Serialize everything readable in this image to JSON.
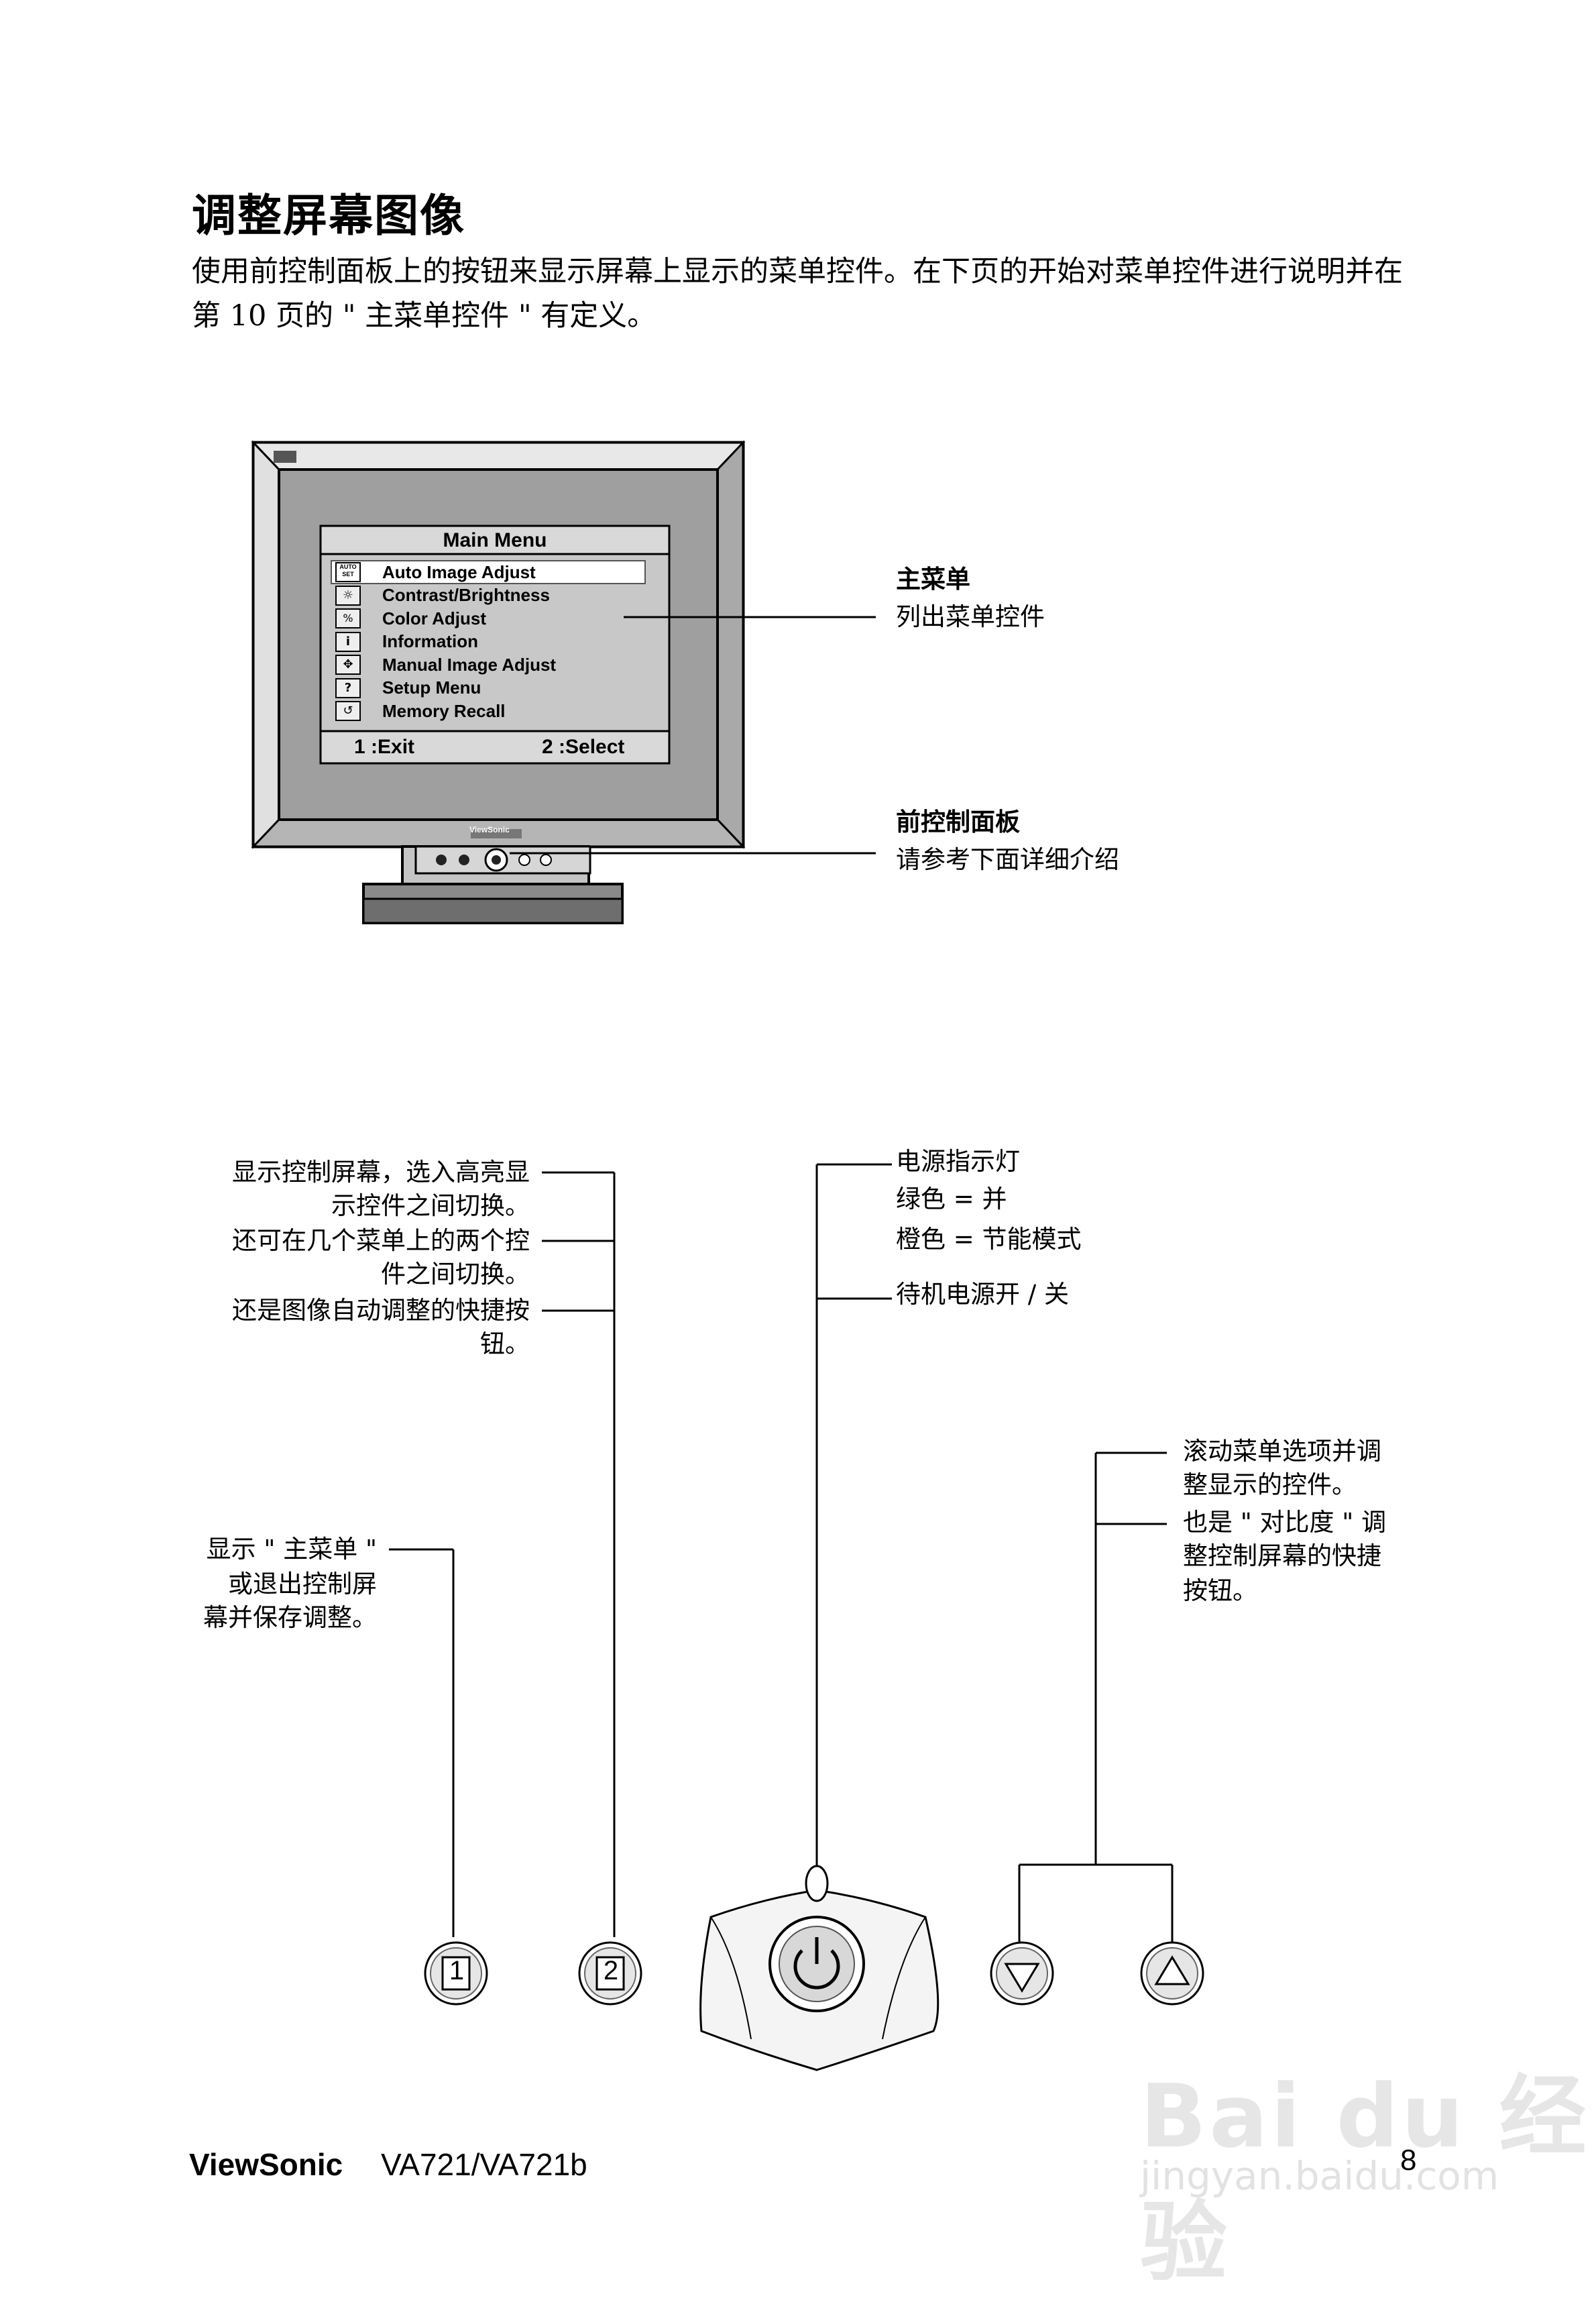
{
  "heading": "调整屏幕图像",
  "intro": "使用前控制面板上的按钮来显示屏幕上显示的菜单控件。在下页的开始对菜单控件进行说明并在第 10 页的 \" 主菜单控件 \" 有定义。",
  "monitor": {
    "menu_title": "Main Menu",
    "items": [
      {
        "icon": "AUTO SET",
        "label": "Auto Image Adjust"
      },
      {
        "icon": "☼",
        "label": "Contrast/Brightness"
      },
      {
        "icon": "%",
        "label": "Color Adjust"
      },
      {
        "icon": "i",
        "label": "Information"
      },
      {
        "icon": "✥",
        "label": "Manual Image Adjust"
      },
      {
        "icon": "?",
        "label": "Setup Menu"
      },
      {
        "icon": "↺",
        "label": "Memory Recall"
      }
    ],
    "exit_label": "1 :Exit",
    "select_label": "2 :Select",
    "brand_on_bezel": "ViewSonic"
  },
  "callouts": {
    "main_menu_title": "主菜单",
    "main_menu_desc": "列出菜单控件",
    "front_panel_title": "前控制面板",
    "front_panel_desc": "请参考下面详细介绍"
  },
  "buttons": {
    "b1": "1",
    "b2": "2"
  },
  "descriptions": {
    "btn2_l1": "显示控制屏幕，选入高亮显",
    "btn2_l2": "示控件之间切换。",
    "btn2_l3": "还可在几个菜单上的两个控",
    "btn2_l4": "件之间切换。",
    "btn2_l5": "还是图像自动调整的快捷按",
    "btn2_l6": "钮。",
    "btn1_l1": "显示 \" 主菜单 \"",
    "btn1_l2": "或退出控制屏",
    "btn1_l3": "幕并保存调整。",
    "power_l1": "电源指示灯",
    "power_l2": "绿色 = 并",
    "power_l3": "橙色 = 节能模式",
    "power_l4": "待机电源开 / 关",
    "arrows_l1": "滚动菜单选项并调",
    "arrows_l2": "整显示的控件。",
    "arrows_l3": "也是 \" 对比度 \" 调",
    "arrows_l4": "整控制屏幕的快捷",
    "arrows_l5": "按钮。"
  },
  "footer": {
    "brand": "ViewSonic",
    "model": "VA721/VA721b",
    "page": "8"
  },
  "watermark": {
    "logo": "Bai du 经验",
    "url": "jingyan.baidu.com"
  }
}
